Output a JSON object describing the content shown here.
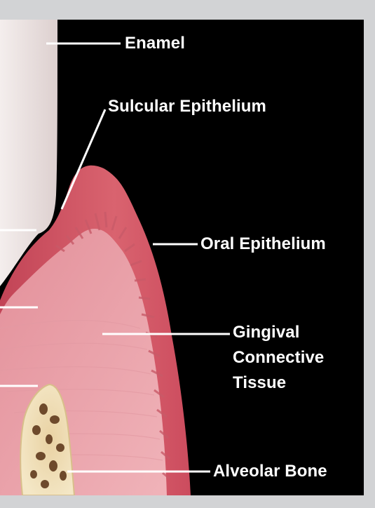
{
  "diagram": {
    "labels": {
      "enamel": "Enamel",
      "sulcular_epithelium": "Sulcular Epithelium",
      "oral_epithelium": "Oral Epithelium",
      "gingival_connective_tissue": "Gingival\nConnective\nTissue",
      "alveolar_bone": "Alveolar Bone"
    },
    "colors": {
      "background": "#000000",
      "frame": "#d2d3d5",
      "tooth": "#f1ebea",
      "gingiva_epithelium": "#d4586a",
      "connective_tissue": "#eba6ad",
      "bone": "#f0dfb8",
      "label_text": "#ffffff"
    }
  }
}
